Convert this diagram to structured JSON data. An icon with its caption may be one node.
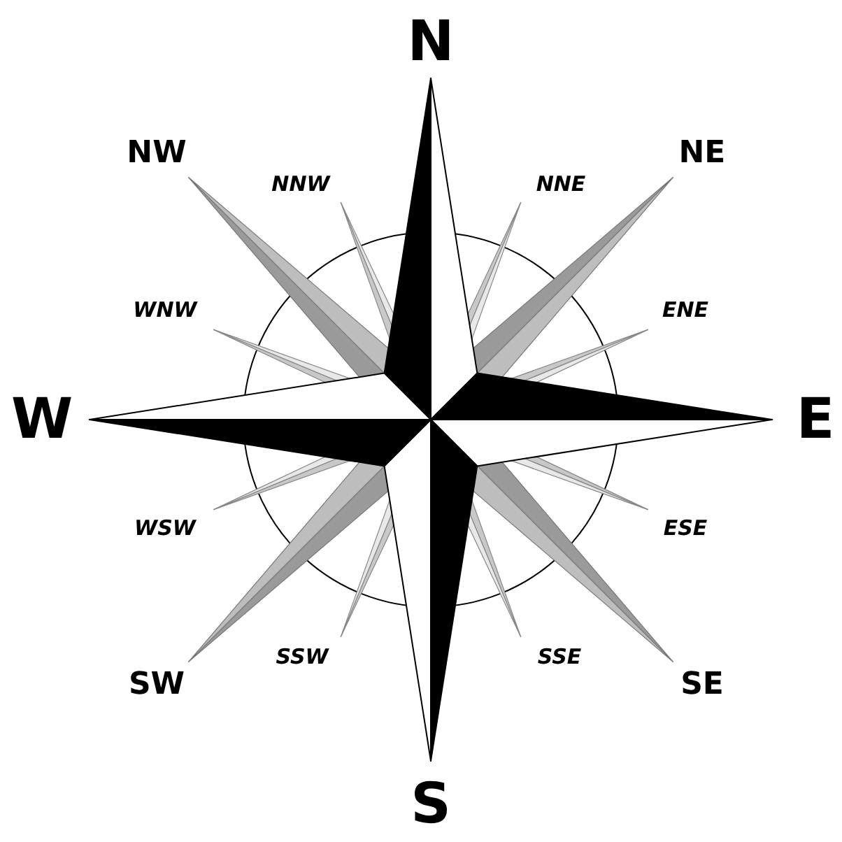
{
  "diagram": {
    "labels": [
      "N",
      "NW",
      "NNW",
      "NNE",
      "NE",
      "WNW",
      "ENE",
      "W",
      "E",
      "WSW",
      "ESE",
      "SW",
      "SSW",
      "SSE",
      "SE",
      "S"
    ]
  }
}
